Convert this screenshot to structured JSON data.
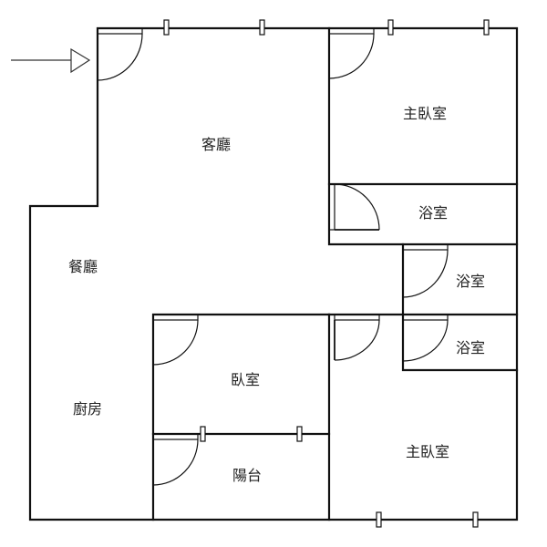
{
  "rooms": {
    "living_room": "客廳",
    "master_bedroom_top": "主臥室",
    "bathroom_1": "浴室",
    "dining_room": "餐廳",
    "bathroom_2": "浴室",
    "bathroom_3": "浴室",
    "bedroom": "臥室",
    "kitchen": "廚房",
    "master_bedroom_bottom": "主臥室",
    "balcony": "陽台"
  }
}
